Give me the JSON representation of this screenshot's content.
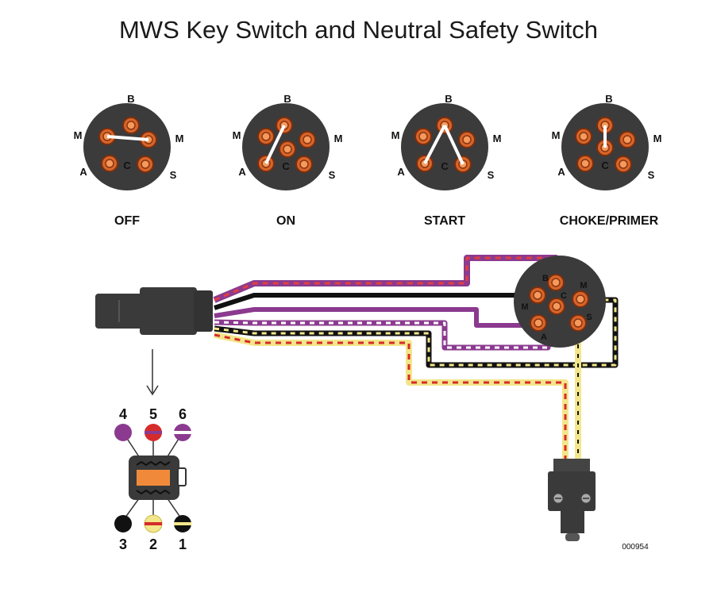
{
  "title": "MWS Key Switch and Neutral Safety Switch",
  "switch_positions": [
    {
      "label": "OFF"
    },
    {
      "label": "ON"
    },
    {
      "label": "START"
    },
    {
      "label": "CHOKE/PRIMER"
    }
  ],
  "terminal_labels": {
    "b": "B",
    "m": "M",
    "c": "C",
    "a": "A",
    "s": "S"
  },
  "connector_pins": {
    "p1": "1",
    "p2": "2",
    "p3": "3",
    "p4": "4",
    "p5": "5",
    "p6": "6"
  },
  "figure_code": "000954",
  "colors": {
    "switch_body": "#3b3b3b",
    "terminal": "#e06a2a",
    "connector": "#3a3a3a",
    "connector_orange": "#f08a3a",
    "wire_red": "#d62b2b",
    "wire_purple": "#8b3a8f",
    "wire_black": "#111111",
    "wire_yellow": "#f3e68a"
  }
}
